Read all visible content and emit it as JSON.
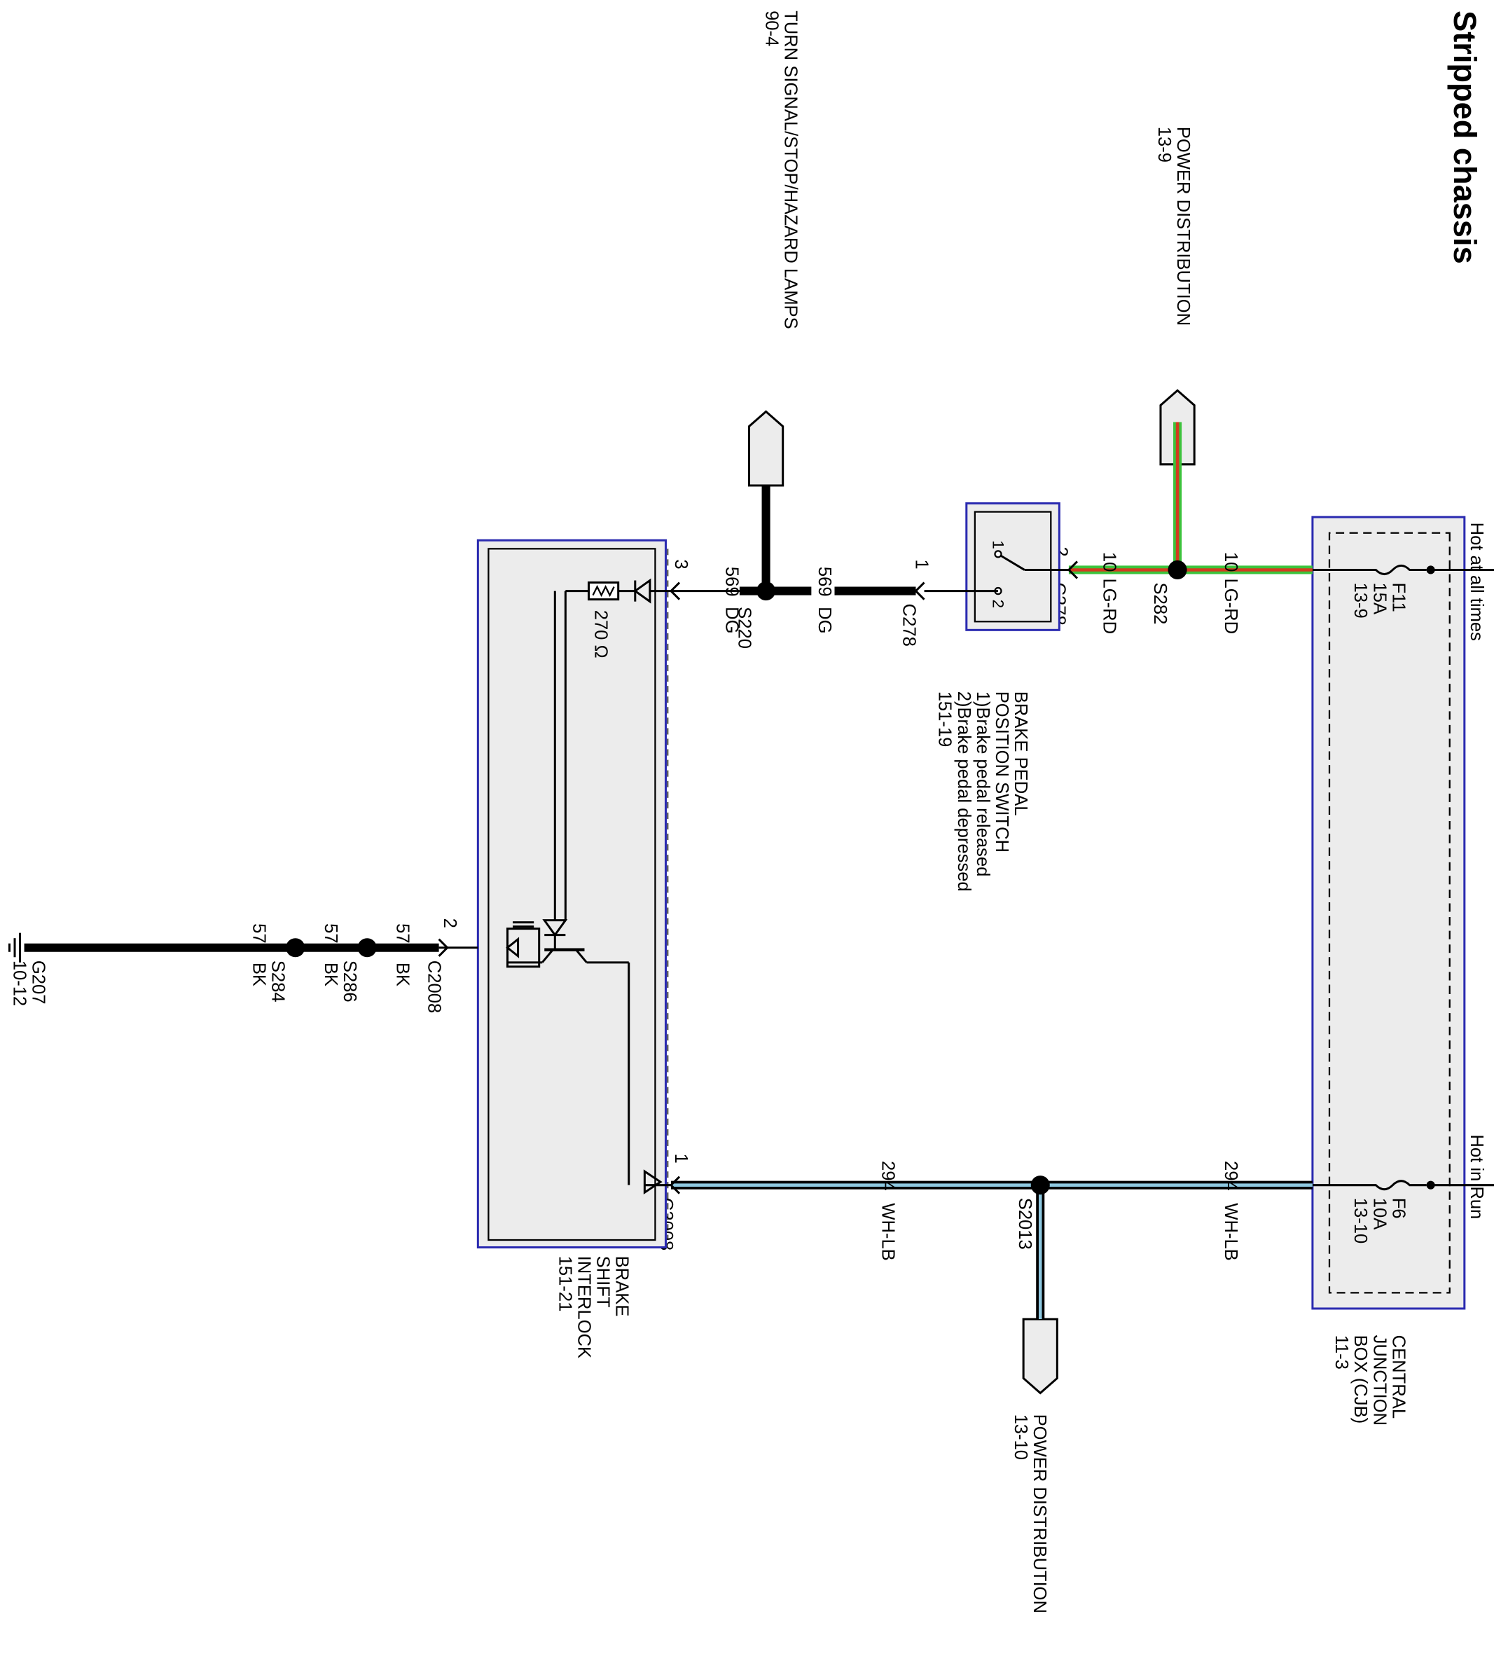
{
  "title": "Stripped chassis",
  "colors": {
    "module_border": "#2a2ab0",
    "module_fill": "#ececec",
    "wire_black": "#000000",
    "wire_green": "#3cc33c",
    "wire_red": "#d23c1e",
    "wire_lightblue": "#8ec8e0"
  },
  "connectors_offpage": {
    "power_distribution_top": {
      "name": "POWER DISTRIBUTION",
      "ref": "13-9"
    },
    "turn_signal": {
      "name": "TURN SIGNAL/STOP/HAZARD LAMPS",
      "ref": "90-4"
    },
    "power_distribution_bottom": {
      "name": "POWER DISTRIBUTION",
      "ref": "13-10"
    }
  },
  "cjb": {
    "hot_at_all_times": "Hot at all times",
    "hot_in_run": "Hot in Run",
    "fuse_f11": {
      "name": "F11",
      "rating": "15A",
      "ref": "13-9"
    },
    "fuse_f6": {
      "name": "F6",
      "rating": "10A",
      "ref": "13-10"
    },
    "label_lines": [
      "CENTRAL",
      "JUNCTION",
      "BOX (CJB)",
      "11-3"
    ]
  },
  "circuit_10": {
    "number": "10",
    "color_code": "LG-RD",
    "splice": "S282",
    "connector": "C278",
    "pin": "2"
  },
  "brake_switch": {
    "label_lines": [
      "BRAKE PEDAL",
      "POSITION SWITCH",
      "1)Brake pedal released",
      "2)Brake pedal depressed",
      "151-19"
    ],
    "pos1": "1",
    "pos2": "2"
  },
  "circuit_569": {
    "number": "569",
    "color_code": "DG",
    "splice": "S220",
    "connector": "C278",
    "pin_c278": "1",
    "pin_c2008": "3"
  },
  "circuit_294": {
    "number": "294",
    "color_code": "WH-LB",
    "splice": "S2013",
    "connector": "C2008",
    "pin": "1"
  },
  "interlock": {
    "label_lines": [
      "BRAKE",
      "SHIFT",
      "INTERLOCK",
      "151-21"
    ],
    "resistor": "270 Ω"
  },
  "circuit_57": {
    "number": "57",
    "color_code": "BK",
    "splice1": "S286",
    "splice2": "S284",
    "connector": "C2008",
    "pin": "2",
    "ground": "G207",
    "ground_ref": "10-12"
  }
}
